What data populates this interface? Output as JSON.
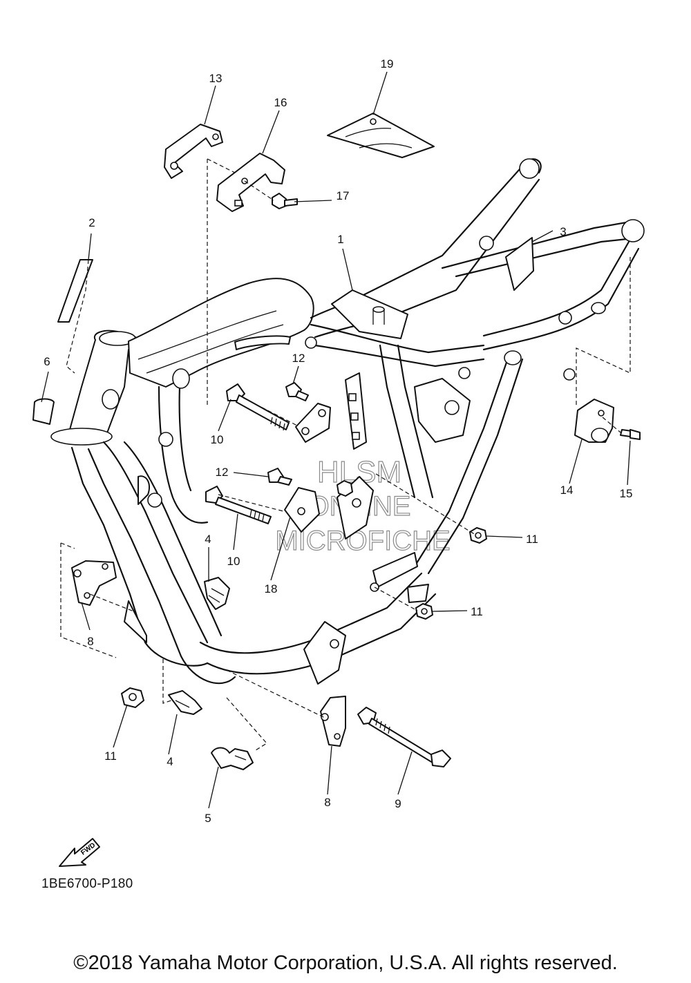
{
  "diagram": {
    "code": "1BE6700-P180",
    "copyright": "©2018 Yamaha Motor Corporation, U.S.A. All rights reserved.",
    "fwd_label": "FWD",
    "watermark": [
      "HLSM",
      "ONLINE",
      "MICROFICHE"
    ]
  },
  "callouts": [
    "1",
    "2",
    "3",
    "4",
    "4",
    "5",
    "6",
    "8",
    "8",
    "9",
    "10",
    "10",
    "11",
    "11",
    "11",
    "11",
    "12",
    "12",
    "13",
    "14",
    "15",
    "16",
    "17",
    "18",
    "19"
  ]
}
